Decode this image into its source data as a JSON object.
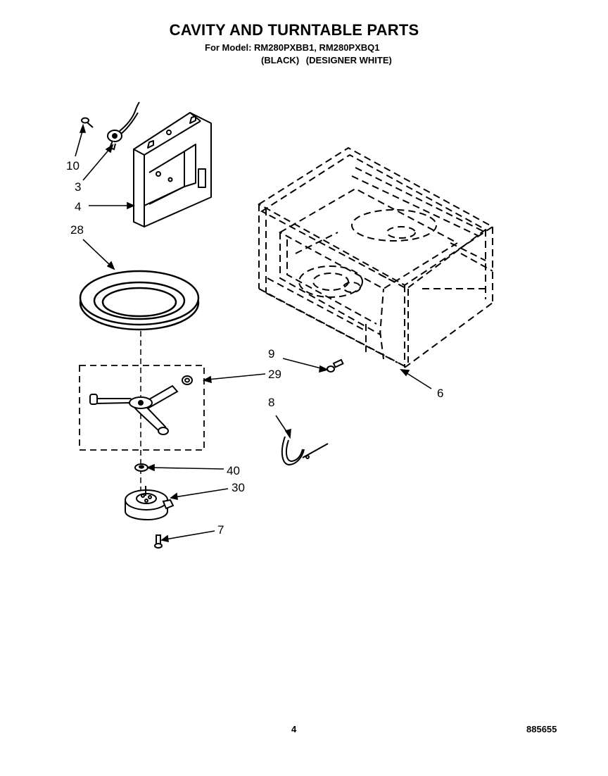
{
  "header": {
    "title": "CAVITY AND TURNTABLE PARTS",
    "models": "For Model: RM280PXBB1, RM280PXBQ1",
    "color_black": "(BLACK)",
    "color_white": "(DESIGNER WHITE)"
  },
  "callouts": {
    "c10": "10",
    "c3": "3",
    "c4": "4",
    "c28": "28",
    "c9": "9",
    "c29": "29",
    "c6": "6",
    "c8": "8",
    "c40": "40",
    "c30": "30",
    "c7": "7"
  },
  "footer": {
    "page_number": "4",
    "doc_number": "885655"
  }
}
